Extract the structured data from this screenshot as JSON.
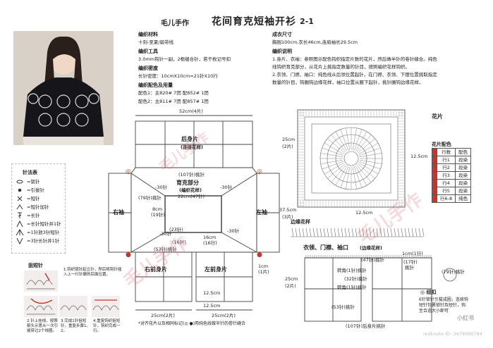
{
  "header": {
    "brand": "毛儿手作",
    "title": "花间育克短袖开衫",
    "page": "2-1"
  },
  "materials": {
    "heading": "编织材料",
    "line": "十刻-至夏/扁带线",
    "tools_heading": "编织工具",
    "tools": "3.0mm钩针一副，2根缝合针，若干枚记号扣",
    "density_heading": "编织密度",
    "density": "长针密度：10cmX10cm=21针X10行",
    "colors_heading": "编织配色及用量",
    "color1": "配色1：主820# 7团 配852# 1团",
    "color2": "配色2：主811# 7团 配857# 1团"
  },
  "size": {
    "heading": "成衣尺寸",
    "line": "胸围100cm,衣长46cm,连肩袖长29.5cm"
  },
  "instructions": {
    "heading": "编织说明",
    "p1a": "1.身片、衣袖：参照图示配色钩织指定片数的花片，然后做半针的卷针缝合。纯色",
    "p1b": "线钩织育克部分，从花片上挑指定数量的针目，按照编织花样钩织。",
    "p2a": "2.衣领、门襟、袖口：纯色线从后领位置起针，在门襟、衣领、下摆位置挑取指定",
    "p2b": "数量的针目，钩圈钩边缘花样，袖口位置从腋下起针，挑针圈钩边缘花样。"
  },
  "legend": {
    "heading": "针法表",
    "items": [
      "=锁针",
      "=引拔针",
      "=短针",
      "=短针加针",
      "=长针",
      "=长针短针并1针",
      "=1针放3针短针",
      "=3针长针并1针"
    ],
    "detail_heading": "狙短针",
    "d1": "1.钩织锁针起立针，然后将钩针插入上一行针脚的后面位置。",
    "d2": "2.针上挂线，按照箭头示意从一次引拔穿过2个线圈。",
    "d3": "3.完成1针狙短针，重复步骤1、2。",
    "d4": "4.重复钩织狙短针，钩织完成一行。"
  },
  "diagram": {
    "width_top": "52cm(4片)",
    "back": "后身片",
    "back_sub": "(连接花样)",
    "yoke_stitches": "(107针)挑针",
    "yoke": "育克部分",
    "yoke_sub": "(编织花样)",
    "neck": "22cm(47针)",
    "sleeve_r": "右袖",
    "sleeve_l": "左袖",
    "front_r": "右前身片",
    "front_l": "左前身片",
    "n30a": "-30针",
    "n30b": "-30针",
    "n30c": "-30针",
    "n30d": "-30针",
    "r79": "(79针)挑针",
    "d8": "8cm",
    "d8b": "(19针)",
    "r23": "(23针)",
    "r16": "16cm",
    "r16b": "(16行)",
    "r53": "(53针)挑针",
    "s16": "(16针)",
    "w25l": "25cm(2片)",
    "w25r": "25cm(2片)",
    "h25": "25cm",
    "h25b": "(2片)",
    "h375": "37.5cm",
    "h375b": "(3片)",
    "d125": "12.5cm",
    "d125b": "12.5cm",
    "r1": "1cm",
    "r1b": "(1片)",
    "note": "*对齐花片以及相同标记(◎ ●)用纯色线做半针的卷针缝合"
  },
  "motif": {
    "heading": "花片",
    "w": "12.5cm",
    "h": "12.5cm",
    "color_heading": "花片配色",
    "rows": [
      [
        "行数",
        "配色"
      ],
      [
        "行1",
        "段染"
      ],
      [
        "行2",
        "段染"
      ],
      [
        "行3",
        "段染"
      ],
      [
        "行4",
        "段染"
      ],
      [
        "行5",
        "段染"
      ],
      [
        "行6-8",
        "纯色"
      ]
    ]
  },
  "edge": {
    "heading": "边缘花样",
    "collar_heading": "衣领、门襟、袖口",
    "collar_sub": "(边缘花样)",
    "p47": "(47针)挑针",
    "c1": "1cm(1行)",
    "p17": "(17针)",
    "p17b": "挑针",
    "turn": "转角(1针)挑针",
    "p32": "(32针)挑针",
    "turn2": "转角(1针)挑针",
    "p79": "(79针)挑针",
    "p53": "(53针)挑针",
    "h25": "25cm",
    "h25b": "(2片)",
    "bottom": "(107针)后身片挑针",
    "detail": "◎ 纽扣",
    "det1": "6针锁针引拔成圈，连续钩",
    "det2": "短针包裹锁针及短针，钩",
    "det3": "至合适大小即可"
  },
  "watermark": {
    "a": "毛儿手作",
    "b": "毛儿手作",
    "c": "毛儿手作"
  },
  "footer": {
    "id": "redknote ID: 3479060784",
    "tag": "小红书"
  }
}
